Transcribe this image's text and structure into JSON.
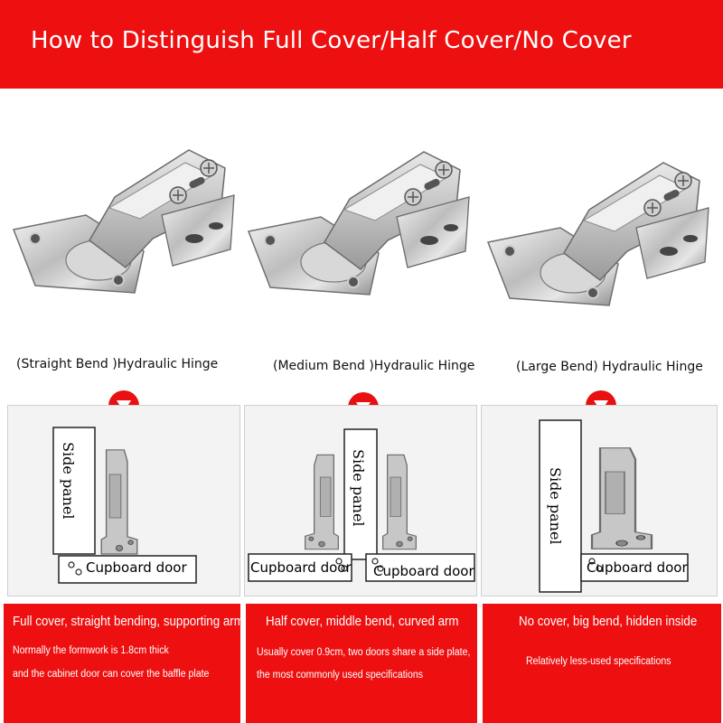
{
  "header": {
    "title": "How to Distinguish Full Cover/Half Cover/No Cover",
    "background": "#ee1010"
  },
  "hinges": [
    {
      "caption": "(Straight Bend )Hydraulic Hinge",
      "icon": "straight-bend-hinge-photo"
    },
    {
      "caption": "(Medium Bend )Hydraulic Hinge",
      "icon": "medium-bend-hinge-photo"
    },
    {
      "caption": "(Large Bend) Hydraulic Hinge",
      "icon": "large-bend-hinge-photo"
    }
  ],
  "marker_icon": "down-triangle-icon",
  "diagrams": [
    {
      "side_panel": "Side panel",
      "door": "Cupboard door"
    },
    {
      "side_panel": "Side panel",
      "door_left": "Cupboard door",
      "door_right": "Cupboard door"
    },
    {
      "side_panel": "Side panel",
      "door": "Cupboard door"
    }
  ],
  "specs": [
    {
      "heading": "Full cover, straight bending, supporting arm",
      "lines": [
        "Normally the formwork is 1.8cm thick",
        "and the cabinet door can cover the baffle plate"
      ]
    },
    {
      "heading": "Half cover, middle bend, curved arm",
      "lines": [
        "Usually cover 0.9cm, two doors share a side plate,",
        "the most commonly used specifications"
      ]
    },
    {
      "heading": "No cover, big bend, hidden inside",
      "lines": [
        "Relatively less-used specifications"
      ]
    }
  ],
  "colors": {
    "accent_red": "#ee1010",
    "metal": "#c9c9c9"
  }
}
